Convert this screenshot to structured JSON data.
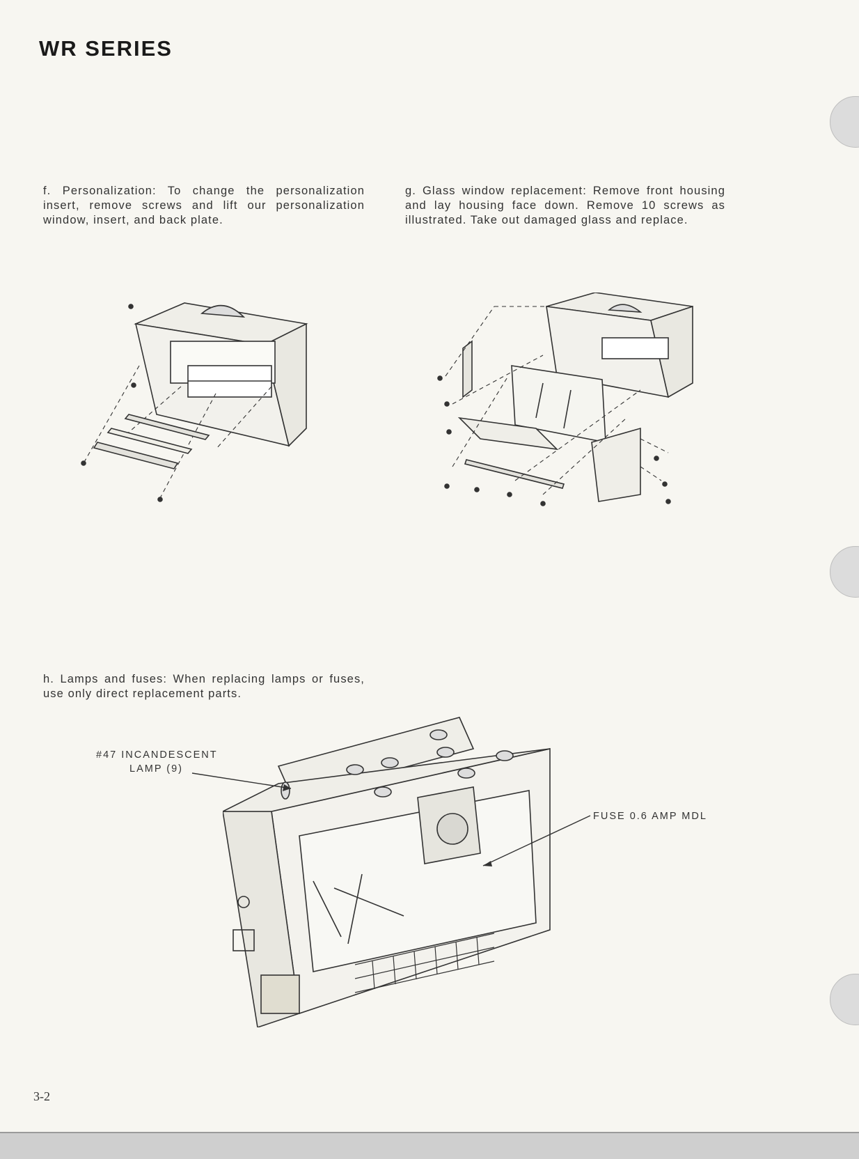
{
  "header": {
    "title": "WR SERIES"
  },
  "sections": {
    "f": {
      "text": "f. Personalization: To change the personalization insert, remove screws and lift our personalization window, insert, and back plate."
    },
    "g": {
      "text": "g. Glass window replacement: Remove front housing and lay housing face down. Remove 10 screws as illustrated. Take out damaged glass and replace."
    },
    "h": {
      "text": "h. Lamps and fuses: When replacing lamps or fuses, use only direct replacement parts."
    }
  },
  "callouts": {
    "lamp_line1": "#47 INCANDESCENT",
    "lamp_line2": "LAMP (9)",
    "fuse": "FUSE 0.6 AMP MDL"
  },
  "page_number": "3-2",
  "figures": {
    "f": "personalization-exploded-view",
    "g": "glass-window-exploded-view",
    "h": "lamps-and-fuses-assembly"
  }
}
